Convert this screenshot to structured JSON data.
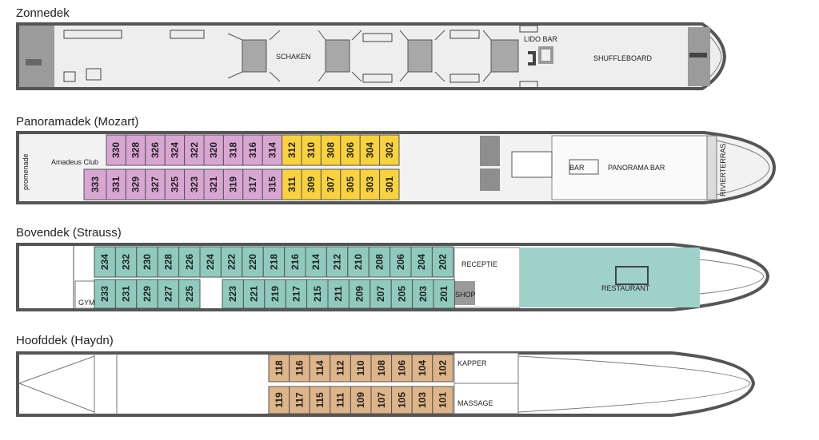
{
  "decks": [
    {
      "title": "Zonnedek",
      "labels": {
        "chess": "SCHAKEN",
        "lido": "LIDO BAR",
        "shuffle": "SHUFFLEBOARD"
      }
    },
    {
      "title": "Panoramadek (Mozart)",
      "labels": {
        "club": "Amadeus Club",
        "promenade": "promenade",
        "bar": "BAR",
        "panorama": "PANORAMA BAR",
        "terrace": "RIVIERTERRAS"
      },
      "cabins_top": [
        "330",
        "328",
        "326",
        "324",
        "322",
        "320",
        "318",
        "316",
        "314",
        "312",
        "310",
        "308",
        "306",
        "304",
        "302"
      ],
      "cabins_bottom": [
        "333",
        "331",
        "329",
        "327",
        "325",
        "323",
        "321",
        "319",
        "317",
        "315",
        "311",
        "309",
        "307",
        "305",
        "303",
        "301"
      ],
      "colors": {
        "category_a": "#d9a6d3",
        "category_b": "#f9d23e"
      }
    },
    {
      "title": "Bovendek (Strauss)",
      "labels": {
        "gym": "GYM",
        "reception": "RECEPTIE",
        "shop": "SHOP",
        "restaurant": "RESTAURANT"
      },
      "cabins_top": [
        "234",
        "232",
        "230",
        "228",
        "226",
        "224",
        "222",
        "220",
        "218",
        "216",
        "214",
        "212",
        "210",
        "208",
        "206",
        "204",
        "202"
      ],
      "cabins_bottom": [
        "233",
        "231",
        "229",
        "227",
        "225",
        "223",
        "221",
        "219",
        "217",
        "215",
        "211",
        "209",
        "207",
        "205",
        "203",
        "201"
      ],
      "colors": {
        "cabins": "#8fcbbd",
        "restaurant": "#9fd1cb"
      }
    },
    {
      "title": "Hoofddek (Haydn)",
      "labels": {
        "hair": "KAPPER",
        "massage": "MASSAGE"
      },
      "cabins_top": [
        "118",
        "116",
        "114",
        "112",
        "110",
        "108",
        "106",
        "104",
        "102"
      ],
      "cabins_bottom": [
        "119",
        "117",
        "115",
        "111",
        "109",
        "107",
        "105",
        "103",
        "101"
      ],
      "colors": {
        "cabins": "#deb489"
      }
    }
  ]
}
